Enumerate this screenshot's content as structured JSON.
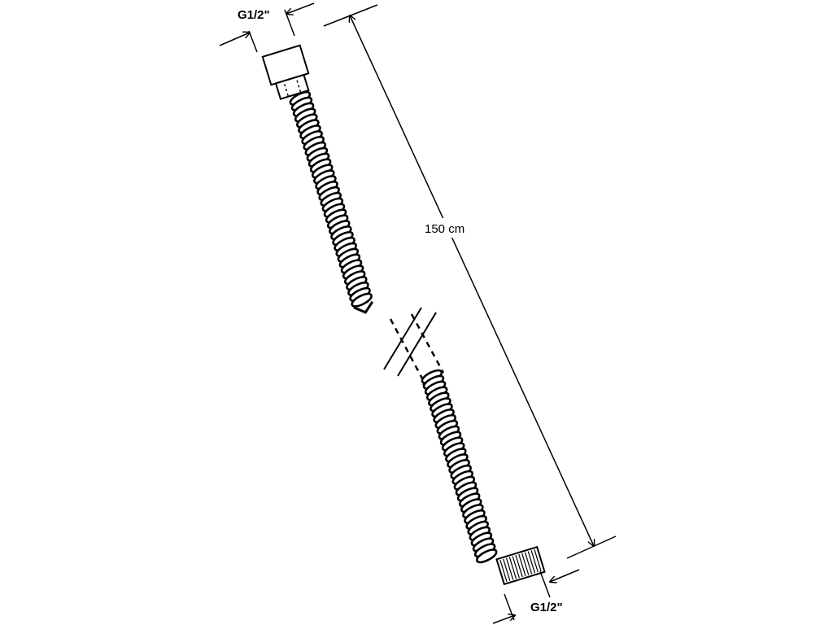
{
  "labels": {
    "top_thread": "G1/2\"",
    "length": "150 cm",
    "bottom_thread": "G1/2\""
  },
  "colors": {
    "line": "#000000",
    "background": "#ffffff"
  }
}
